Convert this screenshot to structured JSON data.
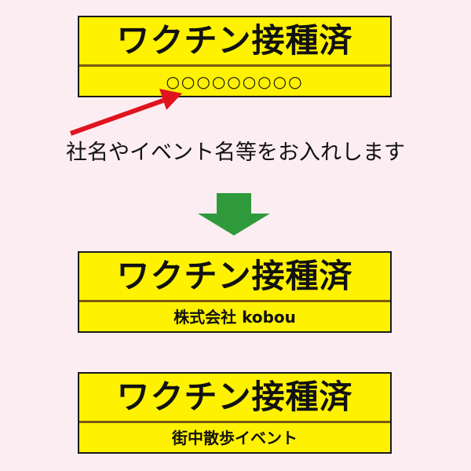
{
  "badges": [
    {
      "title": "ワクチン接種済",
      "subtitle": "○○○○○○○○○"
    },
    {
      "title": "ワクチン接種済",
      "subtitle": "株式会社 kobou"
    },
    {
      "title": "ワクチン接種済",
      "subtitle": "街中散歩イベント"
    }
  ],
  "instruction": "社名やイベント名等をお入れします",
  "colors": {
    "background": "#fcedf2",
    "badge_fill": "#fff200",
    "badge_border": "#1a1a1a",
    "divider": "#7a5a12",
    "pointer_arrow": "#e0141e",
    "down_arrow": "#2f9a3c"
  },
  "icons": {
    "pointer": "red-pointer-arrow-icon",
    "down": "green-down-arrow-icon"
  }
}
